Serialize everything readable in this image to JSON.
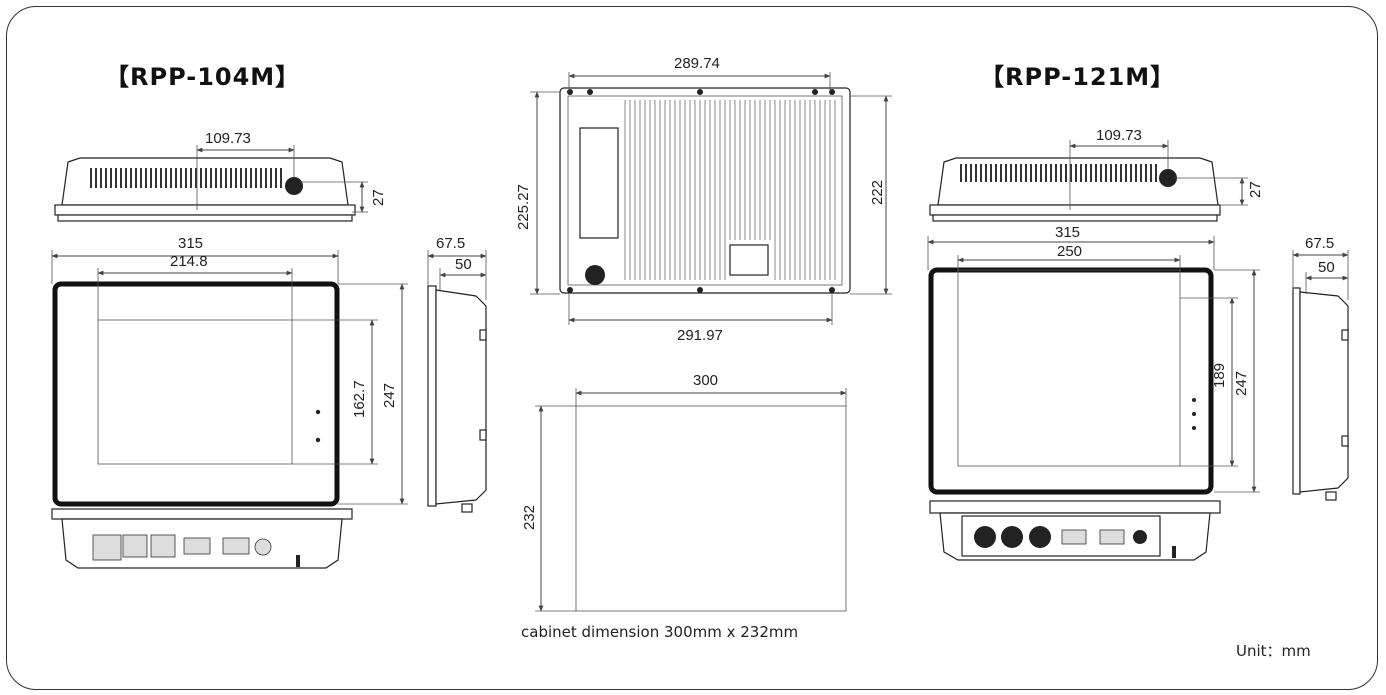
{
  "titles": {
    "left": "【RPP-104M】",
    "right": "【RPP-121M】"
  },
  "rpp104m": {
    "top_width": "109.73",
    "top_height": "27",
    "front_width": "315",
    "screen_width": "214.8",
    "screen_height": "162.7",
    "front_height": "247",
    "side_depth": "67.5",
    "side_body": "50"
  },
  "rear": {
    "top_width": "289.74",
    "bottom_width": "291.97",
    "left_height": "225.27",
    "right_height": "222"
  },
  "cabinet": {
    "width": "300",
    "height": "232",
    "caption": "cabinet dimension 300mm x 232mm"
  },
  "rpp121m": {
    "top_width": "109.73",
    "top_height": "27",
    "front_width": "315",
    "screen_width": "250",
    "screen_height": "189",
    "front_height": "247",
    "side_depth": "67.5",
    "side_body": "50"
  },
  "unit_label": "Unit：mm"
}
